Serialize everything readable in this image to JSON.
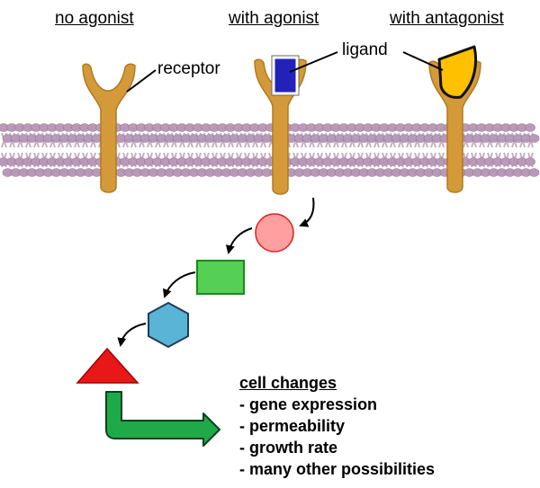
{
  "headings": {
    "no_agonist": "no agonist",
    "with_agonist": "with agonist",
    "with_antagonist": "with antagonist"
  },
  "labels": {
    "receptor": "receptor",
    "ligand": "ligand"
  },
  "cell_changes": {
    "title": "cell changes",
    "items": [
      "- gene expression",
      "- permeability",
      "- growth rate",
      "- many other possibilities"
    ]
  },
  "colors": {
    "receptor": "#D49A3A",
    "ligand": "#2222BB",
    "antagonist": "#FFC000",
    "membrane": "#B090B0",
    "circle": "#FF9F9F",
    "square": "#55D055",
    "hexagon": "#5AB4D6",
    "triangle": "#E81818",
    "output_arrow": "#1EAA48"
  }
}
